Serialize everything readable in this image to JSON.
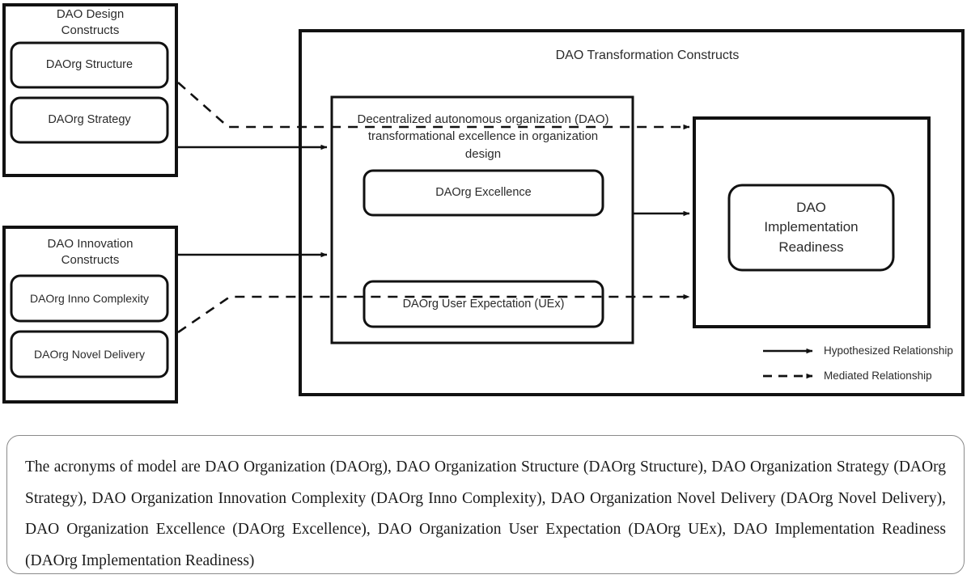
{
  "figure": {
    "title": "DAO transformational excellence research model",
    "panels": [
      {
        "id": "design-constructs",
        "label": "DAO Design\nConstructs",
        "nodes": [
          {
            "id": "daorg-structure",
            "label": "DAOrg Structure"
          },
          {
            "id": "daorg-strategy",
            "label": "DAOrg Strategy"
          }
        ]
      },
      {
        "id": "innovation-constructs",
        "label": "DAO Innovation\nConstructs",
        "nodes": [
          {
            "id": "daorg-inno-complexity",
            "label": "DAOrg Inno Complexity"
          },
          {
            "id": "daorg-novel-delivery",
            "label": "DAOrg Novel Delivery"
          }
        ]
      },
      {
        "id": "transformation-constructs",
        "label": "DAO Transformation Constructs",
        "inner_panel": {
          "id": "dao-transformational-excellence",
          "label": "Decentralized autonomous organization (DAO) transformational excellence in organization design",
          "nodes": [
            {
              "id": "daorg-excellence",
              "label": "DAOrg Excellence"
            },
            {
              "id": "daorg-user-expectation",
              "label": "DAOrg User Expectation (UEx)"
            }
          ]
        },
        "outcome_panel": {
          "id": "dao-implementation-readiness-panel",
          "node": {
            "id": "dao-implementation-readiness",
            "label": "DAO\nImplementation\nReadiness"
          }
        }
      }
    ]
  },
  "legend": {
    "items": [
      {
        "id": "hypothesized",
        "label": "Hypothesized Relationship",
        "style": "solid-arrow"
      },
      {
        "id": "mediated",
        "label": "Mediated Relationship",
        "style": "dashed-arrow"
      }
    ]
  },
  "caption": {
    "text": "The acronyms of model are DAO Organization (DAOrg), DAO Organization Structure (DAOrg Structure), DAO Organization Strategy (DAOrg Strategy), DAO Organization Innovation Complexity (DAOrg Inno Complexity), DAO Organization Novel Delivery (DAOrg Novel Delivery), DAO Organization Excellence (DAOrg Excellence), DAO Organization User Expectation (DAOrg UEx), DAO Implementation Readiness (DAOrg Implementation Readiness)"
  },
  "colors": {
    "stroke": "#111111",
    "text": "#2b2b2b",
    "caption_border": "#8a8a8a",
    "background": "#ffffff"
  }
}
